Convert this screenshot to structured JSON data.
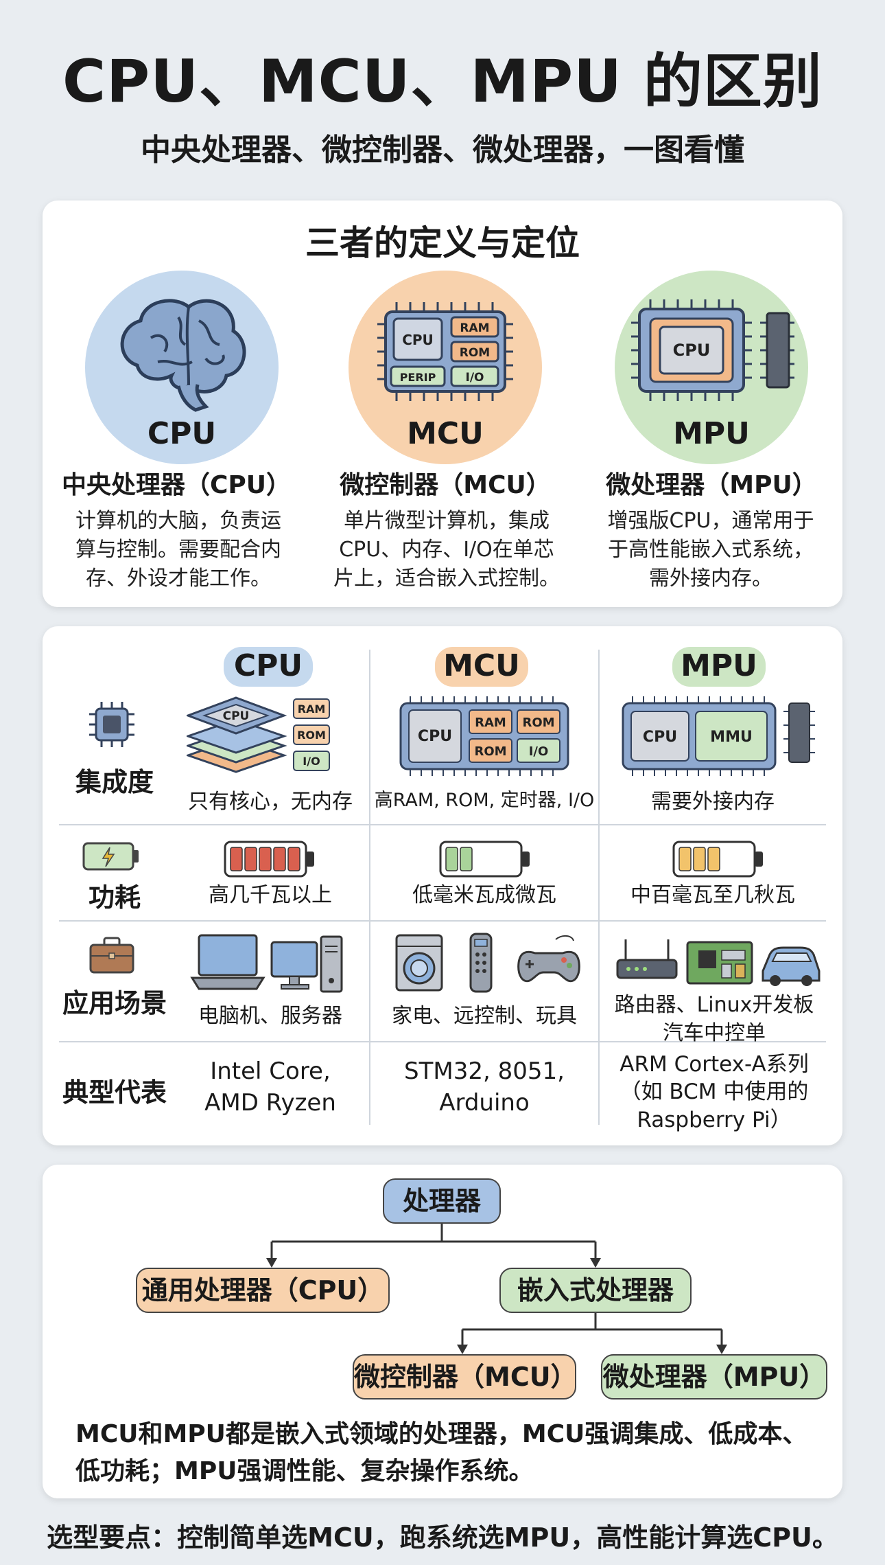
{
  "header": {
    "title": "CPU、MCU、MPU 的区别",
    "subtitle": "中央处理器、微控制器、微处理器，一图看懂"
  },
  "definitions": {
    "section_title": "三者的定义与定位",
    "items": [
      {
        "circle_label": "CPU",
        "heading": "中央处理器（CPU）",
        "desc": [
          "计算机的大脑，负责运",
          "算与控制。需要配合内",
          "存、外设才能工作。"
        ]
      },
      {
        "circle_label": "MCU",
        "heading": "微控制器（MCU）",
        "desc": [
          "单片微型计算机，集成",
          "CPU、内存、I/O在单芯",
          "片上，适合嵌入式控制。"
        ]
      },
      {
        "circle_label": "MPU",
        "heading": "微处理器（MPU）",
        "desc": [
          "增强版CPU，通常用于",
          "于高性能嵌入式系统，",
          "需外接内存。"
        ]
      }
    ],
    "chip_labels": {
      "cpu": "CPU",
      "ram": "RAM",
      "rom": "ROM",
      "perip": "PERIP",
      "io": "I/O",
      "mmu": "MMU"
    }
  },
  "comparison": {
    "columns": [
      "CPU",
      "MCU",
      "MPU"
    ],
    "rows": {
      "integration": {
        "label": "集成度",
        "values": [
          "只有核心，无内存",
          "高RAM, ROM, 定时器, I/O",
          "需要外接内存"
        ]
      },
      "power": {
        "label": "功耗",
        "values": [
          "高几千瓦以上",
          "低毫米瓦成微瓦",
          "中百毫瓦至几秋瓦"
        ]
      },
      "application": {
        "label": "应用场景",
        "values": [
          "电脑机、服务器",
          "家电、远控制、玩具",
          "路由器、Linux开发板",
          "汽车中控单"
        ]
      },
      "representative": {
        "label": "典型代表",
        "values": [
          [
            "Intel Core,",
            "AMD Ryzen"
          ],
          [
            "STM32, 8051,",
            "Arduino"
          ],
          [
            "ARM Cortex-A系列",
            "（如 BCM 中使用的",
            "Raspberry Pi）"
          ]
        ]
      }
    }
  },
  "tree": {
    "root": "处理器",
    "general": "通用处理器（CPU）",
    "embedded": "嵌入式处理器",
    "mcu": "微控制器（MCU）",
    "mpu": "微处理器（MPU）",
    "note": [
      "MCU和MPU都是嵌入式领域的处理器，MCU强调集成、低成本、",
      "低功耗；MPU强调性能、复杂操作系统。"
    ]
  },
  "footer": "选型要点：控制简单选MCU，跑系统选MPU，高性能计算选CPU。",
  "colors": {
    "cpu_blue": "#c5d9ee",
    "mcu_orange": "#f8d2ad",
    "mpu_green": "#cde6c4",
    "chip_blue": "#8fa9cf",
    "chip_dark": "#4a5a74"
  }
}
